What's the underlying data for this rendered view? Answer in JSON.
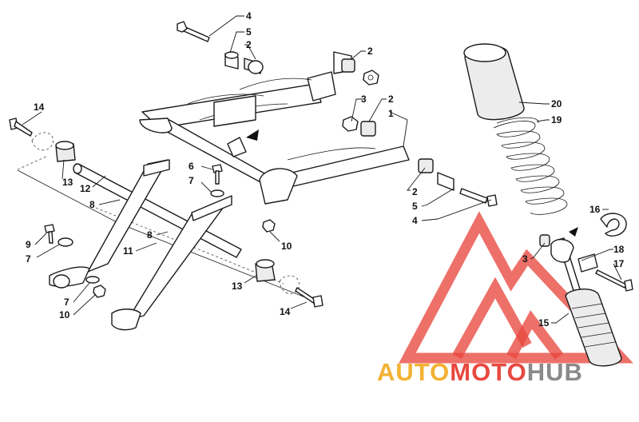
{
  "callouts": {
    "c1": "1",
    "c2a": "2",
    "c2b": "2",
    "c2c": "2",
    "c2d": "2",
    "c3a": "3",
    "c3b": "3",
    "c4a": "4",
    "c4b": "4",
    "c5a": "5",
    "c5b": "5",
    "c6": "6",
    "c7a": "7",
    "c7b": "7",
    "c7c": "7",
    "c8a": "8",
    "c8b": "8",
    "c9": "9",
    "c10a": "10",
    "c10b": "10",
    "c11": "11",
    "c12": "12",
    "c13a": "13",
    "c13b": "13",
    "c14a": "14",
    "c14b": "14",
    "c15": "15",
    "c16": "16",
    "c17": "17",
    "c18": "18",
    "c19": "19",
    "c20": "20"
  },
  "watermark": {
    "part1": "AUTO",
    "part2": "MOTO",
    "part3": "HUB",
    "colors": {
      "auto": "#f2b233",
      "moto": "#e8483f",
      "hub": "#8a8a8a",
      "triangle": "#e8483f"
    }
  }
}
